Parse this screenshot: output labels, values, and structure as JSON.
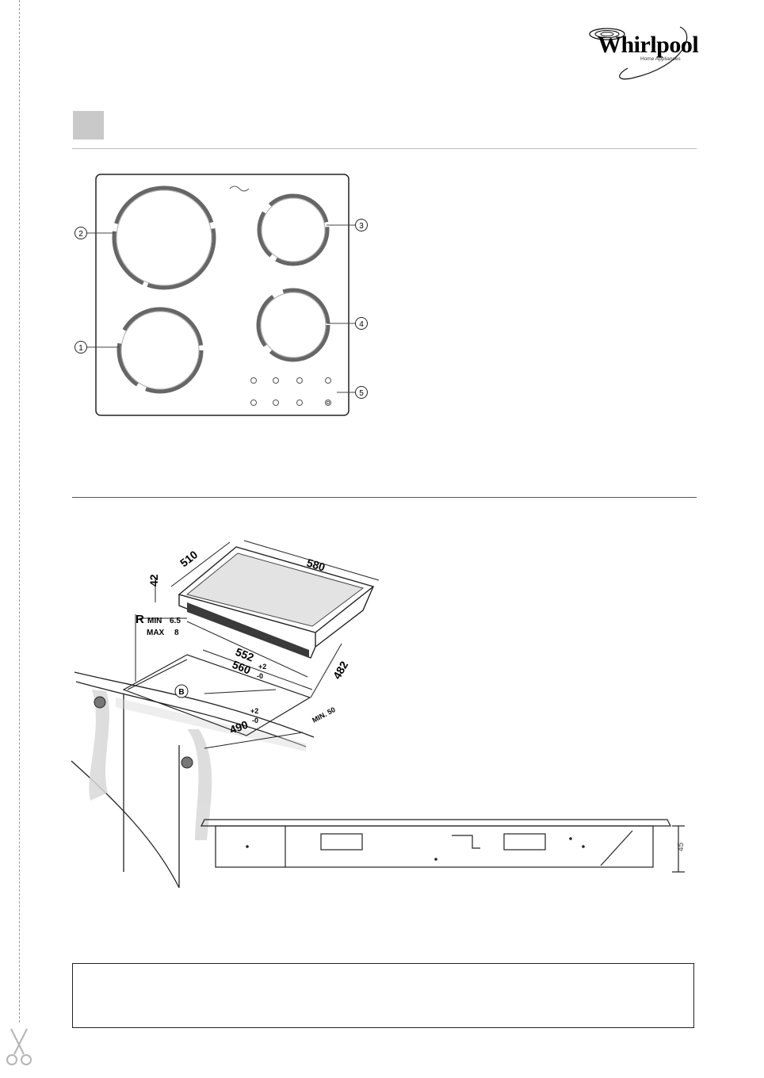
{
  "brand": {
    "name": "Whirlpool",
    "tagline": "Home Appliances"
  },
  "hob_callouts": [
    "1",
    "2",
    "3",
    "4",
    "5"
  ],
  "installation": {
    "dimensions": {
      "width": "580",
      "depth": "510",
      "height": "42",
      "cutout_width": "552",
      "cutout_min_width": "560",
      "cutout_min_depth": "490",
      "side_depth": "482",
      "tolerance_plus": "+2",
      "tolerance_minus": "-0"
    },
    "radius_label": "R",
    "radius_min_label": "MIN",
    "radius_min_value": "6.5",
    "radius_max_label": "MAX",
    "radius_max_value": "8",
    "clearance_label": "MIN. 50",
    "marker_b": "B",
    "side_height": "45"
  }
}
